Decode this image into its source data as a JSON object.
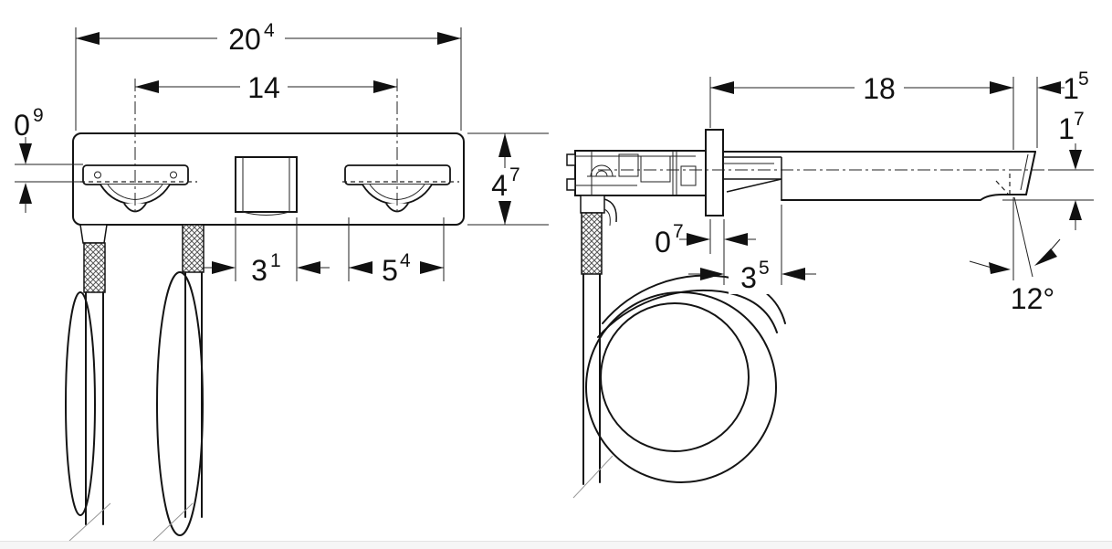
{
  "meta": {
    "kind": "technical dimension drawing",
    "subject": "wall-mounted two-handle washbasin faucet with supply hoses",
    "background": "#ffffff",
    "line_color": "#141414"
  },
  "views": {
    "front": {
      "name": "front-elevation",
      "dims": {
        "total_width": {
          "value": "20",
          "sup": "4"
        },
        "handle_spacing": {
          "value": "14",
          "sup": ""
        },
        "handle_profile_height": {
          "value": "0",
          "sup": "9"
        },
        "plate_height": {
          "value": "4",
          "sup": "7"
        },
        "spout_width": {
          "value": "3",
          "sup": "1"
        },
        "handle_width": {
          "value": "5",
          "sup": "4"
        }
      }
    },
    "side": {
      "name": "side-section",
      "dims": {
        "spout_projection": {
          "value": "18",
          "sup": ""
        },
        "tip_to_end": {
          "value": "1",
          "sup": "5"
        },
        "axis_to_underside": {
          "value": "1",
          "sup": "7"
        },
        "plate_thickness": {
          "value": "0",
          "sup": "7"
        },
        "connector_depth": {
          "value": "3",
          "sup": "5"
        },
        "outlet_angle": {
          "value": "12°",
          "sup": ""
        }
      }
    }
  }
}
